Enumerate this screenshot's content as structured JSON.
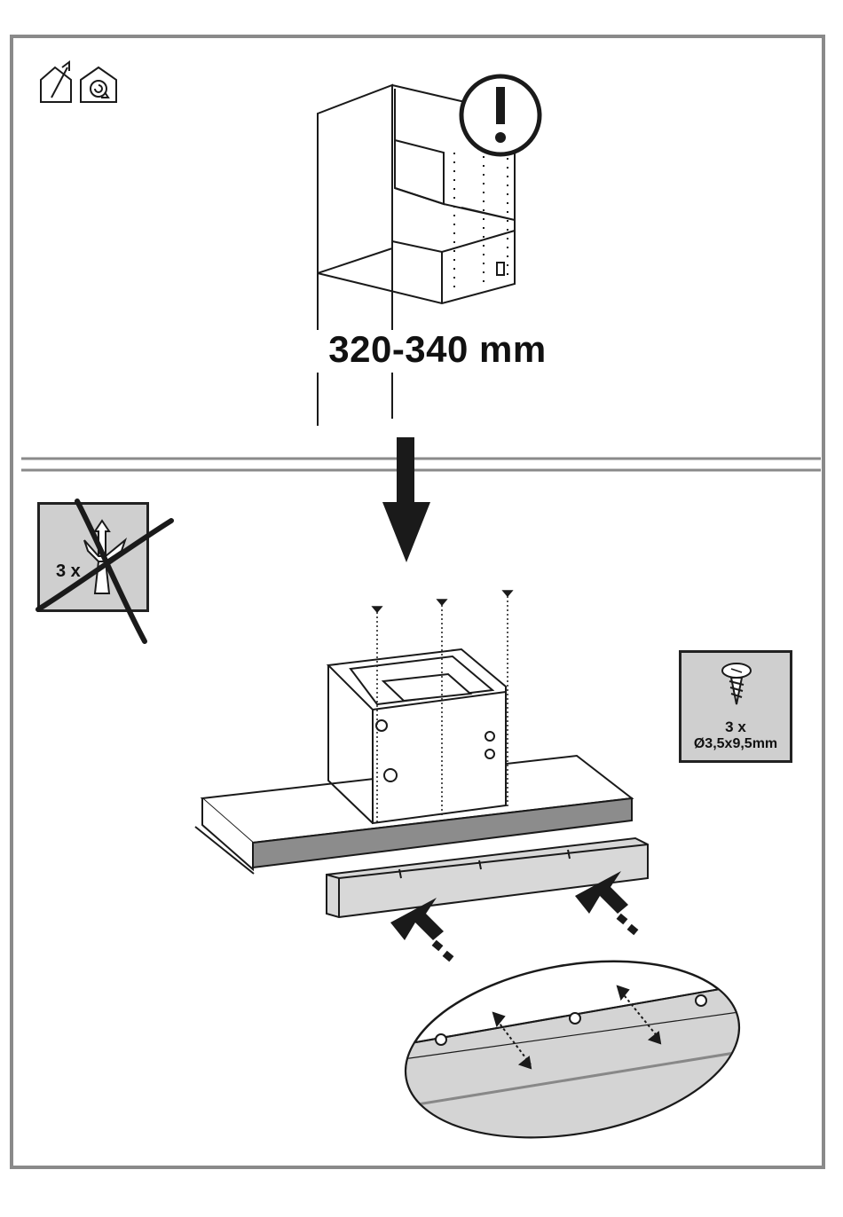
{
  "dimension": {
    "label": "320-340 mm"
  },
  "clip_warning": {
    "count": "3 x"
  },
  "screws": {
    "count": "3 x",
    "spec": "Ø3,5x9,5mm"
  },
  "colors": {
    "frame": "#8a8a8a",
    "panel_gray": "#cfcfcf",
    "strip_dark": "#8c8c8c",
    "line": "#1a1a1a"
  },
  "icons": {
    "top_left": [
      "house-exhaust-icon",
      "house-recirculation-icon"
    ],
    "warning": "exclamation-icon",
    "arrow": "arrow-down-icon"
  }
}
